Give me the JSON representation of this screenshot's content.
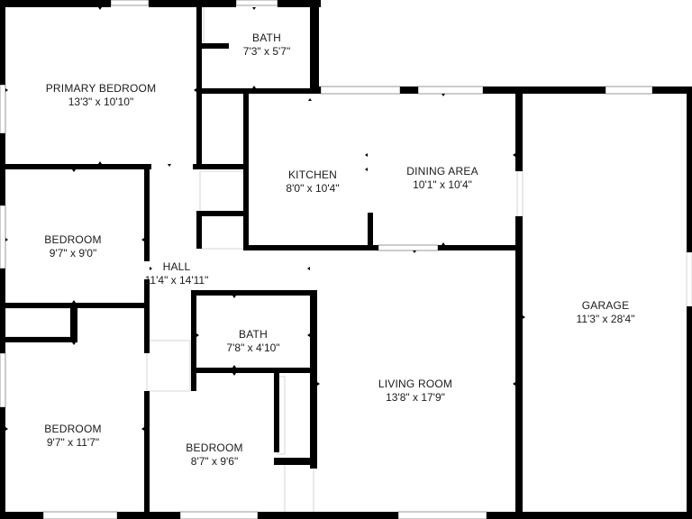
{
  "floorplan": {
    "rooms": {
      "primary_bedroom": {
        "name": "PRIMARY BEDROOM",
        "dims": "13'3\" x 10'10\""
      },
      "bath_top": {
        "name": "BATH",
        "dims": "7'3\" x 5'7\""
      },
      "kitchen": {
        "name": "KITCHEN",
        "dims": "8'0\" x 10'4\""
      },
      "dining_area": {
        "name": "DINING AREA",
        "dims": "10'1\" x 10'4\""
      },
      "garage": {
        "name": "GARAGE",
        "dims": "11'3\" x 28'4\""
      },
      "bedroom_1": {
        "name": "BEDROOM",
        "dims": "9'7\" x 9'0\""
      },
      "hall": {
        "name": "HALL",
        "dims": "11'4\" x 14'11\""
      },
      "bath_mid": {
        "name": "BATH",
        "dims": "7'8\" x 4'10\""
      },
      "living_room": {
        "name": "LIVING ROOM",
        "dims": "13'8\" x 17'9\""
      },
      "bedroom_2": {
        "name": "BEDROOM",
        "dims": "9'7\" x 11'7\""
      },
      "bedroom_3": {
        "name": "BEDROOM",
        "dims": "8'7\" x 9'6\""
      }
    },
    "colors": {
      "wall": "#000000",
      "window": "#bfbfbf",
      "opening": "#e6e6e6",
      "text": "#1a1a1a"
    }
  }
}
